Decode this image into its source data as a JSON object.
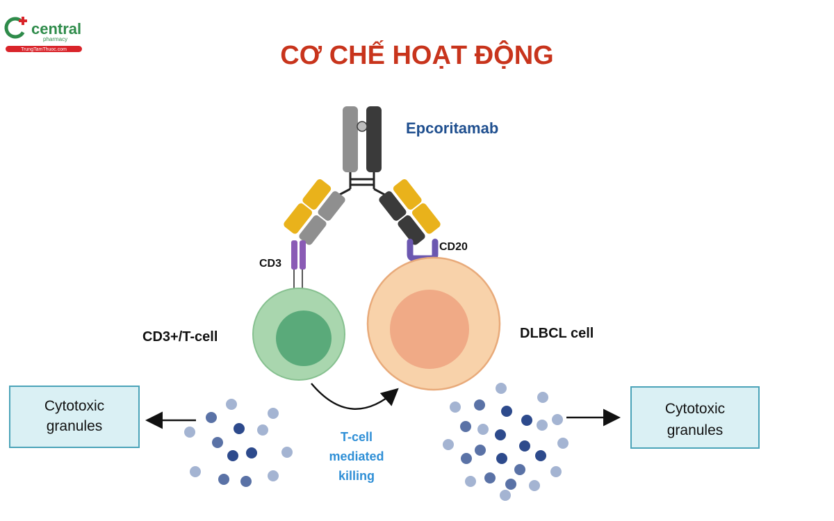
{
  "logo": {
    "brand": "central",
    "sub": "pharmacy",
    "url": "TrungTamThuoc.com"
  },
  "title": "CƠ CHẾ HOẠT ĐỘNG",
  "labels": {
    "drug": "Epcoritamab",
    "cd3": "CD3",
    "cd20": "CD20",
    "tcell": "CD3+/T-cell",
    "dlbcl": "DLBCL cell",
    "granules_left_1": "Cytotoxic",
    "granules_left_2": "granules",
    "granules_right_1": "Cytotoxic",
    "granules_right_2": "granules",
    "killing_1": "T-cell",
    "killing_2": "mediated",
    "killing_3": "killing"
  },
  "colors": {
    "title": "#c8341c",
    "brand": "#2e8b4a",
    "logo_red": "#d9242a",
    "drug_label": "#1f4f8f",
    "killing_label": "#2f8fd6",
    "antibody_light": "#8f8f8f",
    "antibody_dark": "#3a3a3a",
    "fab_yellow": "#e9b21b",
    "cd3_purple": "#8a5bb5",
    "cd20_purple": "#6b57b0",
    "tcell_outer": "#a9d6ae",
    "tcell_inner": "#5aaa7a",
    "dlbcl_outer": "#f8d2aa",
    "dlbcl_inner": "#f0aa86",
    "box_fill": "#daf0f4",
    "box_stroke": "#4aa3b8"
  }
}
